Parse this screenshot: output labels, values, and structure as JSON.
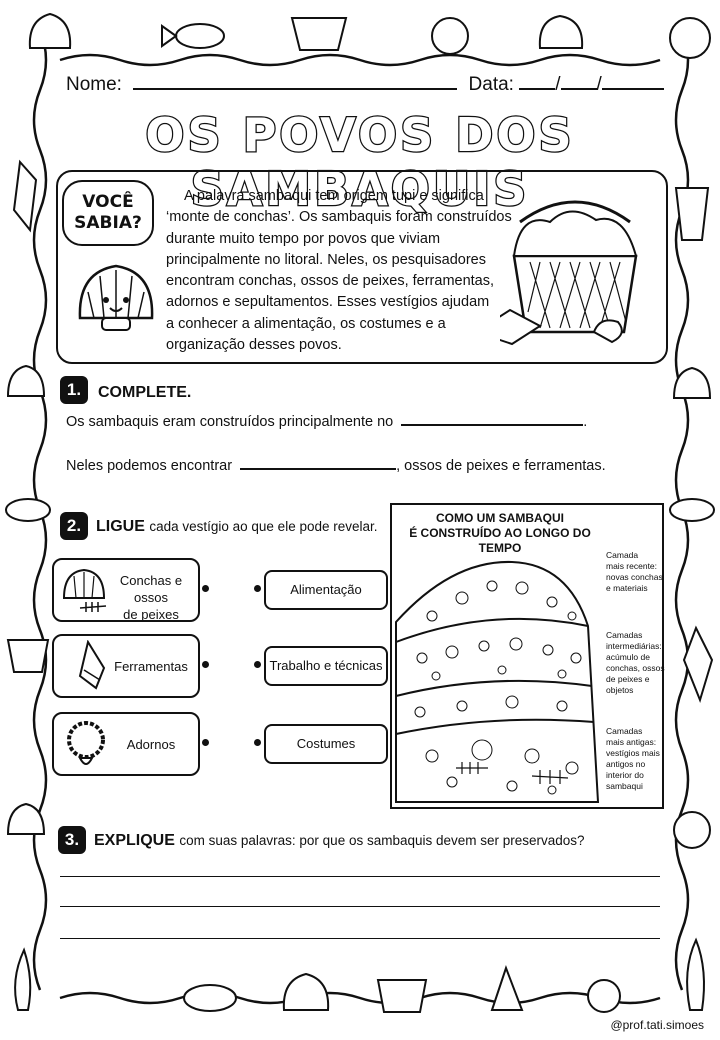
{
  "header": {
    "name_label": "Nome:",
    "date_label": "Data:",
    "date_sep": "/"
  },
  "title": "OS POVOS DOS SAMBAQUIS",
  "info": {
    "bubble_line1": "VOCÊ",
    "bubble_line2": "SABIA?",
    "lines": [
      "A palavra sambaqui tem origem tupi e significa",
      "‘monte de conchas’. Os sambaquis foram construídos",
      "durante muito tempo por povos que viviam",
      "principalmente no litoral. Neles, os pesquisadores",
      "encontram conchas, ossos de peixes, ferramentas,",
      "adornos e sepultamentos. Esses vestígios ajudam",
      "a conhecer a alimentação, os costumes e a",
      "organização desses povos."
    ]
  },
  "q1": {
    "number": "1.",
    "title": "COMPLETE.",
    "sentence1_a": "Os sambaquis eram construídos principalmente no",
    "sentence1_b": ".",
    "sentence2_a": "Neles podemos encontrar",
    "sentence2_b": ", ossos de peixes e ferramentas."
  },
  "q2": {
    "number": "2.",
    "title_bold": "LIGUE",
    "title_rest": "cada vestígio ao que ele pode revelar.",
    "left": [
      "Conchas e ossos de peixes",
      "Ferramentas",
      "Adornos"
    ],
    "left_l1": "Conchas e ossos",
    "left_l2": "de peixes",
    "right": [
      "Alimentação",
      "Trabalho e técnicas",
      "Costumes"
    ]
  },
  "strata": {
    "title1": "COMO UM SAMBAQUI",
    "title2": "É CONSTRUÍDO AO LONGO DO TEMPO",
    "note_top": [
      "Camada",
      "mais recente:",
      "novas conchas",
      "e materiais"
    ],
    "note_mid": [
      "Camadas",
      "intermediárias:",
      "acúmulo de",
      "conchas, ossos",
      "de peixes e",
      "objetos"
    ],
    "note_bot": [
      "Camadas",
      "mais antigas:",
      "vestígios mais",
      "antigos no",
      "interior do",
      "sambaqui"
    ]
  },
  "q3": {
    "number": "3.",
    "title_bold": "EXPLIQUE",
    "title_rest": "com suas palavras: por que os sambaquis devem ser preservados?"
  },
  "credit": "@prof.tati.simoes"
}
